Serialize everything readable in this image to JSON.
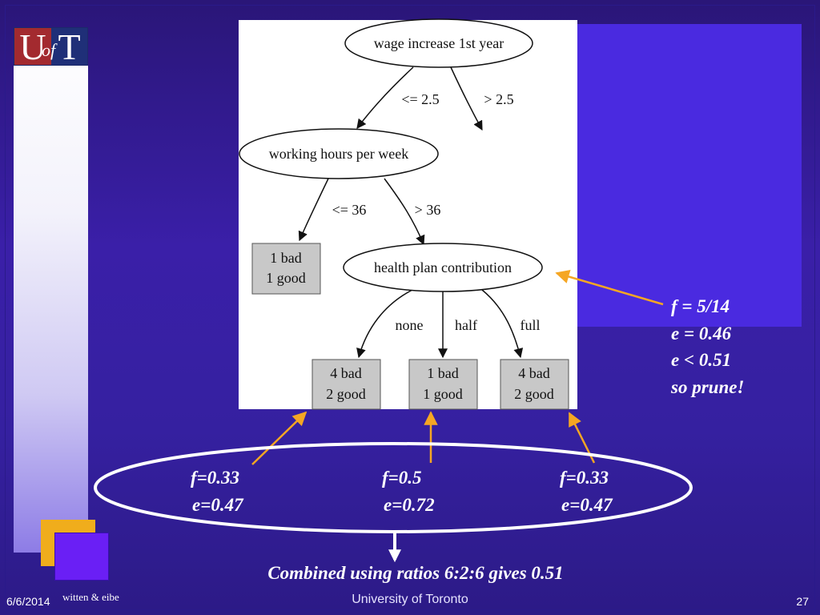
{
  "tree": {
    "nodes": {
      "root": "wage increase 1st year",
      "hours": "working hours per week",
      "health": "health plan contribution"
    },
    "edges": {
      "root_left": "<= 2.5",
      "root_right": "> 2.5",
      "hours_left": "<= 36",
      "hours_right": "> 36",
      "health_none": "none",
      "health_half": "half",
      "health_full": "full"
    },
    "leaves": {
      "hours_leaf": [
        "1 bad",
        "1 good"
      ],
      "none_leaf": [
        "4 bad",
        "2 good"
      ],
      "half_leaf": [
        "1 bad",
        "1 good"
      ],
      "full_leaf": [
        "4 bad",
        "2 good"
      ]
    }
  },
  "annotations": {
    "parent": [
      "f = 5/14",
      "e = 0.46",
      "e < 0.51",
      "so prune!"
    ],
    "leaf_none": [
      "f=0.33",
      "e=0.47"
    ],
    "leaf_half": [
      "f=0.5",
      "e=0.72"
    ],
    "leaf_full": [
      "f=0.33",
      "e=0.47"
    ],
    "combined": "Combined using ratios 6:2:6 gives 0.51"
  },
  "logo": {
    "u": "U",
    "of": "of",
    "t": "T"
  },
  "footer": {
    "date": "6/6/2014",
    "author": "witten & eibe",
    "center": "University of Toronto",
    "page": "27"
  },
  "colors": {
    "arrow": "#f5a623",
    "leaf_fill": "#c8c8c8",
    "ellipse": "#ffffff"
  }
}
